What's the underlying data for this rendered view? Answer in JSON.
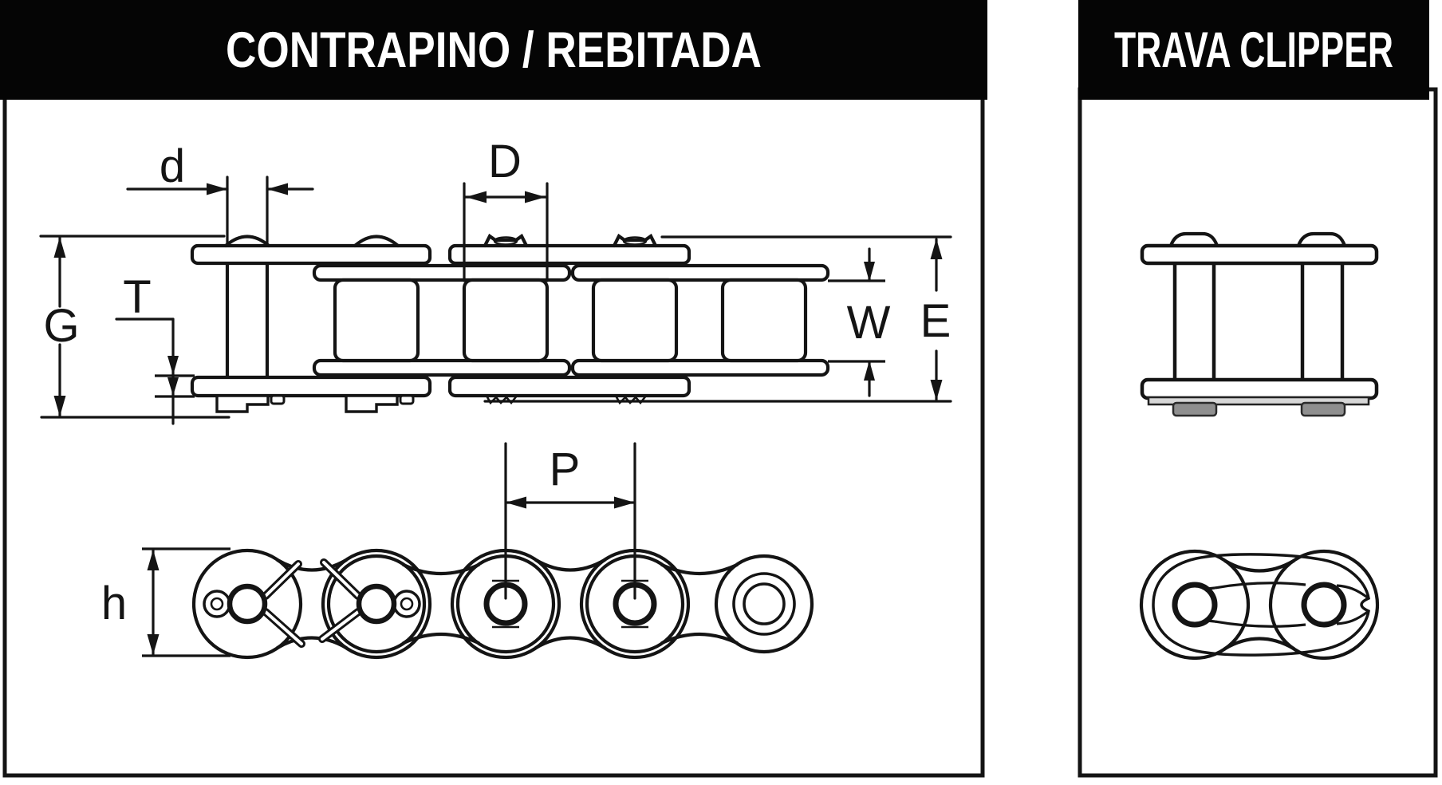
{
  "left_panel": {
    "title": "CONTRAPINO / REBITADA",
    "dimension_labels": {
      "d": "d",
      "D": "D",
      "G": "G",
      "T": "T",
      "W": "W",
      "E": "E",
      "P": "P",
      "h": "h"
    }
  },
  "right_panel": {
    "title": "TRAVA CLIPPER"
  },
  "colors": {
    "line": "#141414",
    "title_bg": "#050505",
    "title_fg": "#ffffff",
    "panel_bg": "#ffffff",
    "clip_bar": "#d7d7d7",
    "clip_tab": "#8f8f8f"
  }
}
